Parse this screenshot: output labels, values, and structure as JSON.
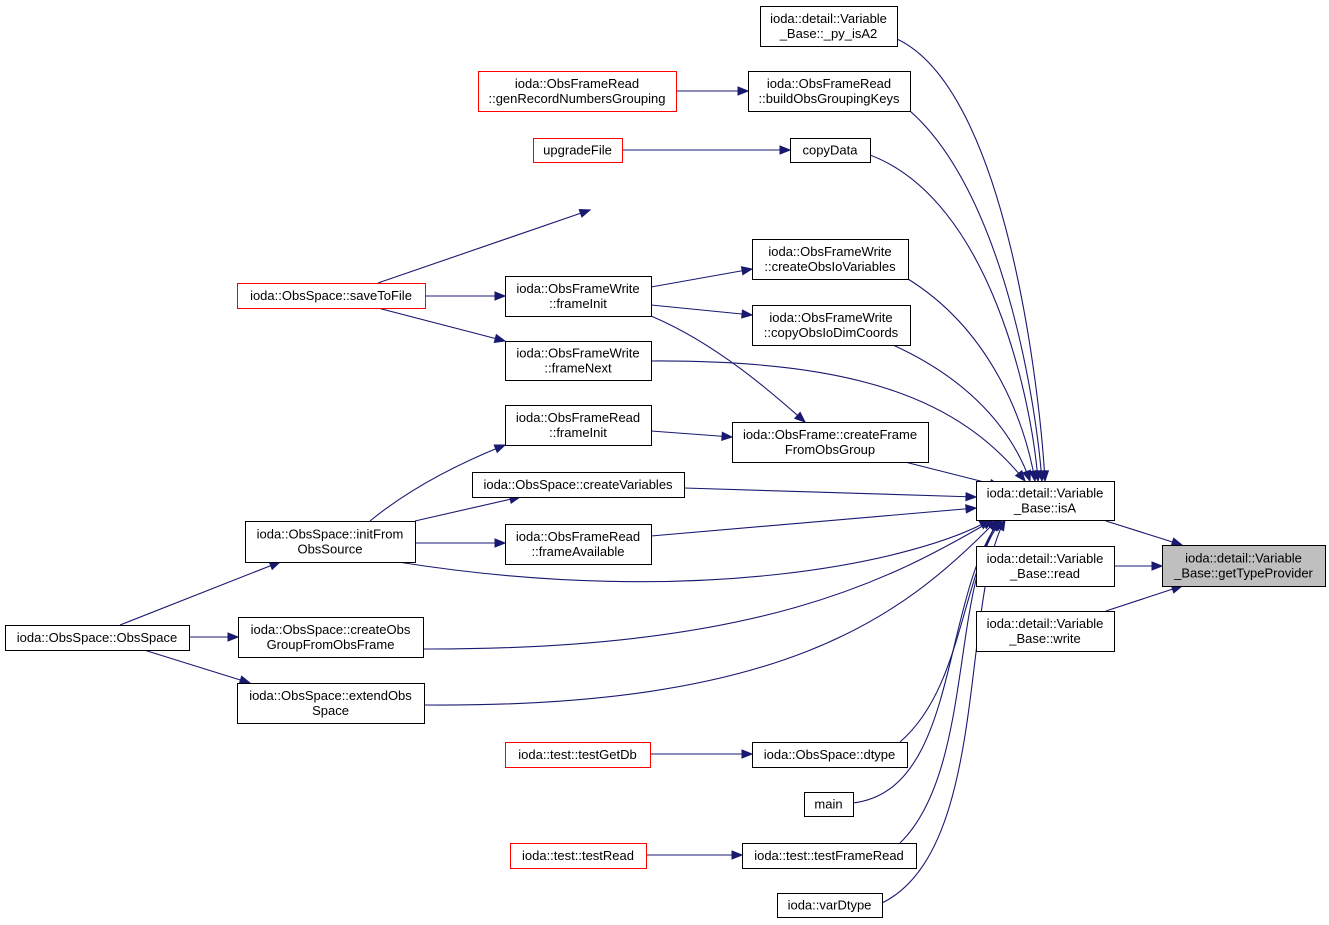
{
  "diagram": {
    "nodes": [
      {
        "id": "getTypeProvider",
        "lines": [
          "ioda::detail::Variable",
          "_Base::getTypeProvider"
        ],
        "border": "focus"
      },
      {
        "id": "isA",
        "lines": [
          "ioda::detail::Variable",
          "_Base::isA"
        ],
        "border": "black"
      },
      {
        "id": "read",
        "lines": [
          "ioda::detail::Variable",
          "_Base::read"
        ],
        "border": "black"
      },
      {
        "id": "write",
        "lines": [
          "ioda::detail::Variable",
          "_Base::write"
        ],
        "border": "black"
      },
      {
        "id": "py_isA2",
        "lines": [
          "ioda::detail::Variable",
          "_Base::_py_isA2"
        ],
        "border": "black"
      },
      {
        "id": "buildObsGroupingKeys",
        "lines": [
          "ioda::ObsFrameRead",
          "::buildObsGroupingKeys"
        ],
        "border": "black"
      },
      {
        "id": "genRecordNumbersGrouping",
        "lines": [
          "ioda::ObsFrameRead",
          "::genRecordNumbersGrouping"
        ],
        "border": "red"
      },
      {
        "id": "copyData",
        "lines": [
          "copyData"
        ],
        "border": "black"
      },
      {
        "id": "upgradeFile",
        "lines": [
          "upgradeFile"
        ],
        "border": "red"
      },
      {
        "id": "createObsIoVariables",
        "lines": [
          "ioda::ObsFrameWrite",
          "::createObsIoVariables"
        ],
        "border": "black"
      },
      {
        "id": "copyObsIoDimCoords",
        "lines": [
          "ioda::ObsFrameWrite",
          "::copyObsIoDimCoords"
        ],
        "border": "black"
      },
      {
        "id": "fwFrameInit",
        "lines": [
          "ioda::ObsFrameWrite",
          "::frameInit"
        ],
        "border": "black"
      },
      {
        "id": "saveToFile",
        "lines": [
          "ioda::ObsSpace::saveToFile"
        ],
        "border": "red"
      },
      {
        "id": "fwFrameNext",
        "lines": [
          "ioda::ObsFrameWrite",
          "::frameNext"
        ],
        "border": "black"
      },
      {
        "id": "createFrameFromObsGroup",
        "lines": [
          "ioda::ObsFrame::createFrame",
          "FromObsGroup"
        ],
        "border": "black"
      },
      {
        "id": "frFrameInit",
        "lines": [
          "ioda::ObsFrameRead",
          "::frameInit"
        ],
        "border": "black"
      },
      {
        "id": "createVariables",
        "lines": [
          "ioda::ObsSpace::createVariables"
        ],
        "border": "black"
      },
      {
        "id": "frameAvailable",
        "lines": [
          "ioda::ObsFrameRead",
          "::frameAvailable"
        ],
        "border": "black"
      },
      {
        "id": "initFromObsSource",
        "lines": [
          "ioda::ObsSpace::initFrom",
          "ObsSource"
        ],
        "border": "black"
      },
      {
        "id": "obsSpaceCtor",
        "lines": [
          "ioda::ObsSpace::ObsSpace"
        ],
        "border": "black"
      },
      {
        "id": "createObsGroupFromObsFrame",
        "lines": [
          "ioda::ObsSpace::createObs",
          "GroupFromObsFrame"
        ],
        "border": "black"
      },
      {
        "id": "extendObsSpace",
        "lines": [
          "ioda::ObsSpace::extendObs",
          "Space"
        ],
        "border": "black"
      },
      {
        "id": "dtype",
        "lines": [
          "ioda::ObsSpace::dtype"
        ],
        "border": "black"
      },
      {
        "id": "testGetDb",
        "lines": [
          "ioda::test::testGetDb"
        ],
        "border": "red"
      },
      {
        "id": "main",
        "lines": [
          "main"
        ],
        "border": "black"
      },
      {
        "id": "testFrameRead",
        "lines": [
          "ioda::test::testFrameRead"
        ],
        "border": "black"
      },
      {
        "id": "testRead",
        "lines": [
          "ioda::test::testRead"
        ],
        "border": "red"
      },
      {
        "id": "varDtype",
        "lines": [
          "ioda::varDtype"
        ],
        "border": "black"
      }
    ],
    "edges": [
      {
        "from": "isA",
        "to": "getTypeProvider"
      },
      {
        "from": "read",
        "to": "getTypeProvider"
      },
      {
        "from": "write",
        "to": "getTypeProvider"
      },
      {
        "from": "py_isA2",
        "to": "isA"
      },
      {
        "from": "buildObsGroupingKeys",
        "to": "isA"
      },
      {
        "from": "genRecordNumbersGrouping",
        "to": "buildObsGroupingKeys"
      },
      {
        "from": "copyData",
        "to": "isA"
      },
      {
        "from": "upgradeFile",
        "to": "copyData"
      },
      {
        "from": "saveToFile",
        "to": "isA"
      },
      {
        "from": "saveToFile",
        "to": "fwFrameInit"
      },
      {
        "from": "saveToFile",
        "to": "fwFrameNext"
      },
      {
        "from": "createObsIoVariables",
        "to": "isA"
      },
      {
        "from": "fwFrameInit",
        "to": "createObsIoVariables"
      },
      {
        "from": "fwFrameInit",
        "to": "copyObsIoDimCoords"
      },
      {
        "from": "fwFrameInit",
        "to": "createFrameFromObsGroup"
      },
      {
        "from": "copyObsIoDimCoords",
        "to": "isA"
      },
      {
        "from": "fwFrameNext",
        "to": "isA"
      },
      {
        "from": "createFrameFromObsGroup",
        "to": "isA"
      },
      {
        "from": "frFrameInit",
        "to": "createFrameFromObsGroup"
      },
      {
        "from": "createVariables",
        "to": "isA"
      },
      {
        "from": "frameAvailable",
        "to": "isA"
      },
      {
        "from": "initFromObsSource",
        "to": "frFrameInit"
      },
      {
        "from": "initFromObsSource",
        "to": "createVariables"
      },
      {
        "from": "initFromObsSource",
        "to": "frameAvailable"
      },
      {
        "from": "initFromObsSource",
        "to": "isA"
      },
      {
        "from": "obsSpaceCtor",
        "to": "initFromObsSource"
      },
      {
        "from": "obsSpaceCtor",
        "to": "createObsGroupFromObsFrame"
      },
      {
        "from": "obsSpaceCtor",
        "to": "extendObsSpace"
      },
      {
        "from": "createObsGroupFromObsFrame",
        "to": "isA"
      },
      {
        "from": "extendObsSpace",
        "to": "isA"
      },
      {
        "from": "dtype",
        "to": "isA"
      },
      {
        "from": "testGetDb",
        "to": "dtype"
      },
      {
        "from": "main",
        "to": "isA"
      },
      {
        "from": "testFrameRead",
        "to": "isA"
      },
      {
        "from": "testRead",
        "to": "testFrameRead"
      },
      {
        "from": "varDtype",
        "to": "isA"
      }
    ]
  }
}
